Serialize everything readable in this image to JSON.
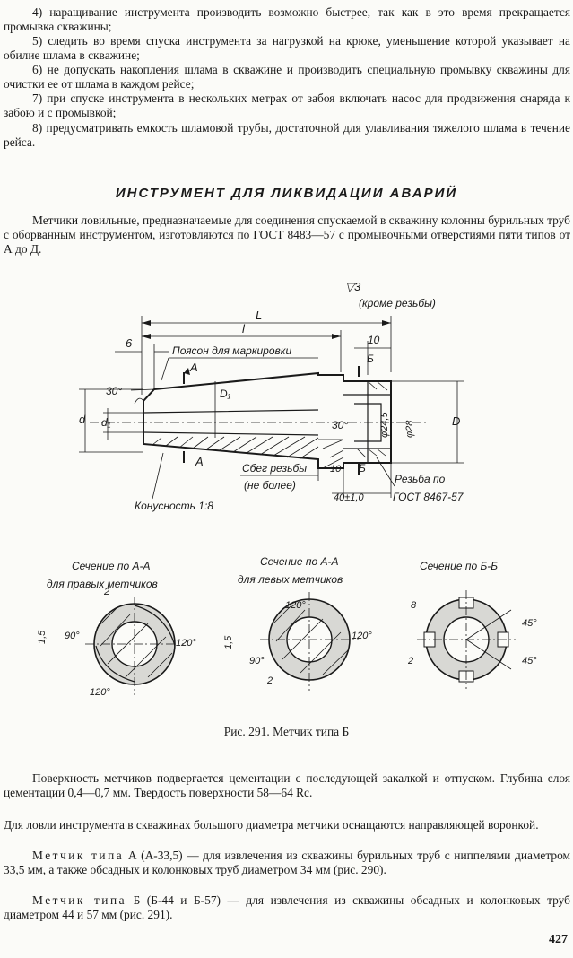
{
  "top_paragraphs": [
    "4) наращивание инструмента производить возможно быстрее, так как в это время прекращается промывка скважины;",
    "5) следить во время спуска инструмента за нагрузкой на крюке, уменьшение которой указывает на обилие шлама в скважине;",
    "6) не допускать накопления шлама в скважине и производить специальную промывку скважины для очистки ее от шлама в каждом рейсе;",
    "7) при спуске инструмента в нескольких метрах от забоя включать насос для продвижения снаряда к забою и с промывкой;",
    "8) предусматривать емкость шламовой трубы, достаточной для улавливания тяжелого шлама в течение рейса."
  ],
  "section_heading": "ИНСТРУМЕНТ ДЛЯ ЛИКВИДАЦИИ АВАРИЙ",
  "intro_paragraph": "Метчики ловильные, предназначаемые для соединения спускаемой в скважину колонны бурильных труб с оборванным инструментом, изготовляются по ГОСТ 8483—57 с промывочными отверстиями пяти типов от А до Д.",
  "figure": {
    "roughness": "▽3",
    "roughness_note": "(кроме резьбы)",
    "dim_L": "L",
    "dim_l": "l",
    "dim_6": "6",
    "dim_10_top": "10",
    "label_belt": "Поясон для маркировки",
    "label_A_top": "А",
    "label_B_top": "Б",
    "label_30_left": "30°",
    "label_D1": "D₁",
    "label_d": "d",
    "label_d1": "d₁",
    "label_30_right": "30°",
    "label_phi245": "φ24,5",
    "label_phi28": "φ28",
    "label_D": "D",
    "label_A_bottom": "А",
    "label_thread_run": "Сбег резьбы",
    "label_not_more": "(не более)",
    "dim_10_bottom": "10",
    "label_B_bottom": "Б",
    "dim_40": "40±1,0",
    "label_thread": "Резьба по",
    "label_gost": "ГОСТ 8467-57",
    "label_taper": "Конусность 1:8",
    "section1_title": "Сечение по А-А",
    "section1_sub": "для правых метчиков",
    "section2_title": "Сечение по А-А",
    "section2_sub": "для левых метчиков",
    "section3_title": "Сечение по Б-Б",
    "s1_dim2": "2",
    "s1_dim15": "1,5",
    "s1_a90": "90°",
    "s1_a120r": "120°",
    "s1_a120b": "120°",
    "s2_a120t": "120°",
    "s2_a120r": "120°",
    "s2_dim15": "1,5",
    "s2_a90": "90°",
    "s2_dim2": "2",
    "s3_dim8": "8",
    "s3_a45t": "45°",
    "s3_a45b": "45°",
    "s3_dim2": "2"
  },
  "caption": "Рис. 291. Метчик типа Б",
  "bottom_paragraphs": [
    "Поверхность метчиков подвергается цементации с последующей закалкой и отпуском. Глубина слоя цементации 0,4—0,7 мм. Твердость поверхности 58—64 Rc.",
    "Для ловли инструмента в скважинах большого диаметра метчики оснащаются направляющей воронкой."
  ],
  "type_a": {
    "lead": "Метчик типа",
    "rest": " А (А-33,5) — для извлечения из скважины бурильных труб с ниппелями диаметром 33,5 мм, а также обсадных и колонковых труб диаметром 34 мм (рис. 290)."
  },
  "type_b": {
    "lead": "Метчик типа",
    "rest": " Б (Б-44 и Б-57) — для извлечения из скважины обсадных и колонковых труб диаметром 44 и 57 мм (рис. 291)."
  },
  "page_number": "427"
}
